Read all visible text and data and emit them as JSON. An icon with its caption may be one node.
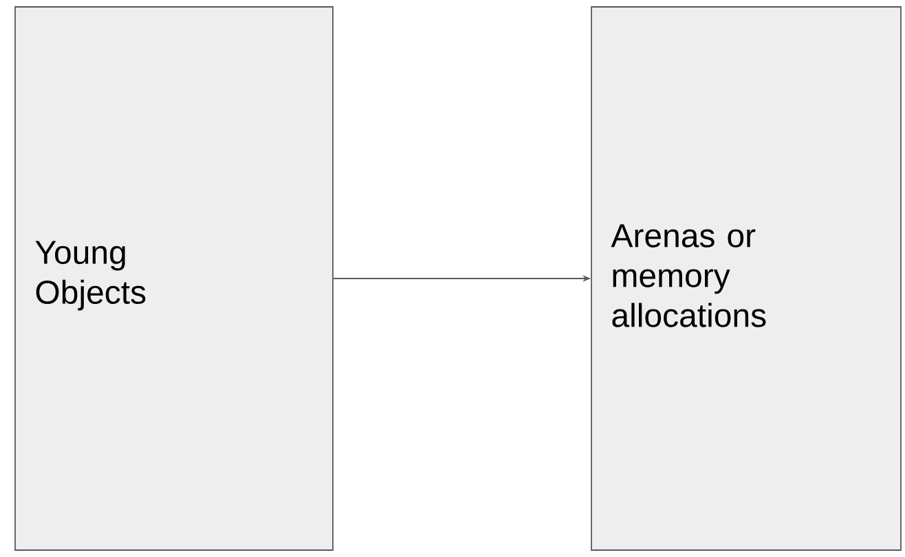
{
  "diagram": {
    "nodes": [
      {
        "text": [
          "Young Objects"
        ]
      },
      {
        "text": [
          "Arenas or memory allocations"
        ]
      }
    ],
    "edges": [
      {
        "from": 0,
        "to": 1,
        "arrow": "to"
      }
    ]
  }
}
